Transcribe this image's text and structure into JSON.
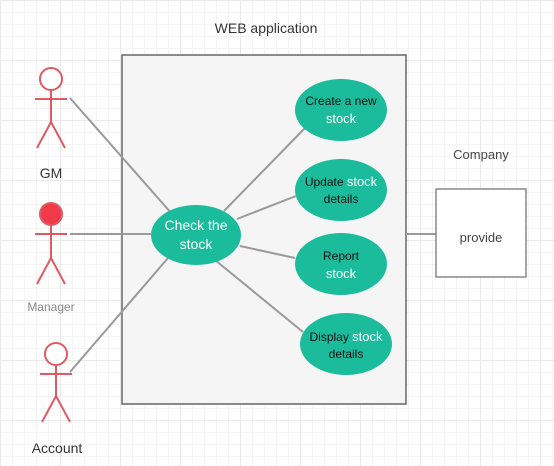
{
  "title": "WEB application",
  "colors": {
    "usecase_fill": "#1abc9c",
    "actor_stroke": "#e05a63",
    "actor_head_fill_manager": "#f03a4a",
    "line": "#9a9a9a",
    "system_fill": "#f5f5f5",
    "system_stroke": "#666666"
  },
  "actors": [
    {
      "id": "gm",
      "label": "GM"
    },
    {
      "id": "manager",
      "label": "Manager"
    },
    {
      "id": "account",
      "label": "Account"
    }
  ],
  "usecases": {
    "check": {
      "line1": "Check the",
      "line2": "stock"
    },
    "create": {
      "line1": "Create a new",
      "line2": "stock"
    },
    "update": {
      "line1a": "Update ",
      "line1b": "stock",
      "line2": "details"
    },
    "report": {
      "line1": "Report",
      "line2": "stock"
    },
    "display": {
      "line1a": "Display ",
      "line1b": "stock",
      "line2": "details"
    }
  },
  "external": {
    "label": "Company",
    "box_text": "provide"
  }
}
